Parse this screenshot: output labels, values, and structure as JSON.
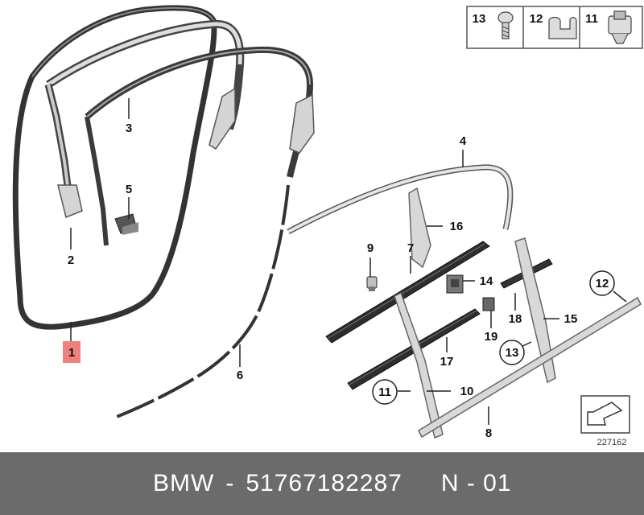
{
  "diagram": {
    "callouts": [
      "1",
      "2",
      "3",
      "4",
      "5",
      "6",
      "7",
      "8",
      "9",
      "10",
      "11",
      "12",
      "13",
      "14",
      "15",
      "16",
      "17",
      "18",
      "19"
    ],
    "circled_callouts": [
      "11",
      "12",
      "13"
    ],
    "highlighted_callout": "1",
    "highlight_color": "#f08080",
    "fastener_legend": [
      "13",
      "12",
      "11"
    ],
    "reference_number": "227162"
  },
  "footer": {
    "brand": "BMW",
    "separator": "-",
    "part_number": "51767182287",
    "code": "N - 01",
    "background_color": "#6b6b6b"
  }
}
